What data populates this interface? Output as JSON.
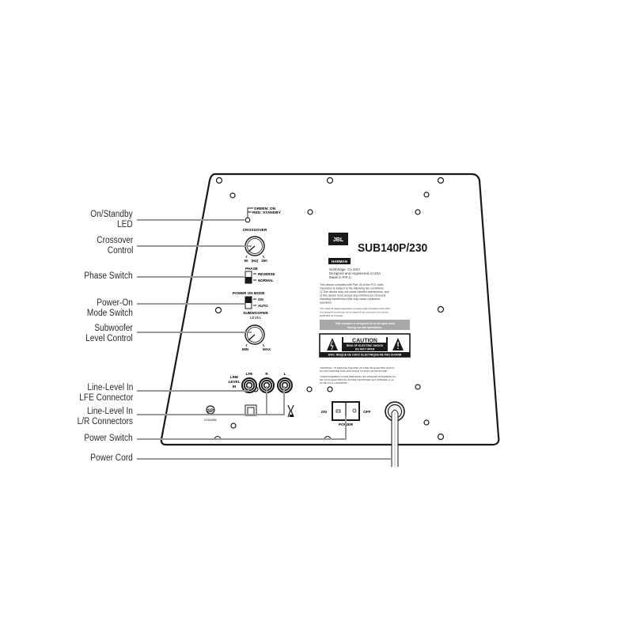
{
  "callouts": [
    {
      "id": "on-standby-led",
      "line1": "On/Standby",
      "line2": "LED"
    },
    {
      "id": "crossover-control",
      "line1": "Crossover",
      "line2": "Control"
    },
    {
      "id": "phase-switch",
      "line1": "Phase Switch",
      "line2": ""
    },
    {
      "id": "power-on-mode-switch",
      "line1": "Power-On",
      "line2": "Mode Switch"
    },
    {
      "id": "subwoofer-level-control",
      "line1": "Subwoofer",
      "line2": "Level Control"
    },
    {
      "id": "line-level-lfe",
      "line1": "Line-Level In",
      "line2": "LFE Connector"
    },
    {
      "id": "line-level-lr",
      "line1": "Line-Level In",
      "line2": "L/R Connectors"
    },
    {
      "id": "power-switch",
      "line1": "Power Switch",
      "line2": ""
    },
    {
      "id": "power-cord",
      "line1": "Power Cord",
      "line2": ""
    }
  ],
  "panel": {
    "led": {
      "green_label": "GREEN: ON",
      "red_label": "RED: STANDBY"
    },
    "crossover": {
      "title": "CROSSOVER",
      "min": "50",
      "unit": "(Hz)",
      "max": "200"
    },
    "phase": {
      "title": "PHASE",
      "opt1": "REVERSE",
      "opt2": "NORMAL"
    },
    "power_on_mode": {
      "title": "POWER ON MODE",
      "opt1": "ON",
      "opt2": "AUTO"
    },
    "level": {
      "title1": "SUBWOOFER",
      "title2": "LEVEL",
      "min": "MIN",
      "max": "MAX"
    },
    "inputs": {
      "group1": "LINE",
      "group2": "LEVEL",
      "group3": "IN",
      "lfe": "LFE",
      "r": "R",
      "l": "L"
    },
    "csa_code": "E151055",
    "power_switch": {
      "on": "ON",
      "off": "OFF",
      "label": "POWER"
    },
    "brand": "JBL",
    "model": "SUB140P/230",
    "maker": "HARMAN",
    "address": [
      "Northridge, CA USA",
      "Designed and engineered in USA",
      "Made in P.R.C."
    ],
    "fcc": [
      "This device complies with Part 15 of the FCC rules.",
      "Operation is subject to the following two conditions:",
      "1) This device may not cause harmful interference, and",
      "2) this device must accept any interference received,",
      "including interference that may cause undesired",
      "operation."
    ],
    "canada": [
      "This Class B digital apparatus complies with Canadian ICES-003.",
      "Cet appareil numérique de la classe B est conforme à la norme",
      "NMB-003 du Canada."
    ],
    "grey_notice": [
      "This console is designed to be an open area",
      "during normal operations."
    ],
    "caution": {
      "title": "CAUTION",
      "line1": "RISK OF ELECTRIC SHOCK",
      "line2": "DO NOT OPEN",
      "bottom": "AVIS: RISQUE DE CHOC ELECTRIQUE-NE PAS OUVRIR"
    },
    "warning": [
      "\"WARNING: TO REDUCE THE RISK OF FIRE OR ELECTRIC SHOCK,",
      "DO NOT EXPOSE THIS APPLIANCE TO RAIN OR MOISTURE.\""
    ],
    "avertissement": [
      "\"AVERTISSEMENT: POUR PRÉVENIR LES RISQUES D'INCENDIE OU",
      "DE CHOC ÉLECTRIQUE, ÉVITER D'EXPOSER CET APPAREIL À LA",
      "PLUIE OU À L'HUMIDITÉ.\""
    ]
  },
  "colors": {
    "outline": "#1a1a1a",
    "leader": "#9a9a9a",
    "grey_box": "#a8a8a8"
  }
}
